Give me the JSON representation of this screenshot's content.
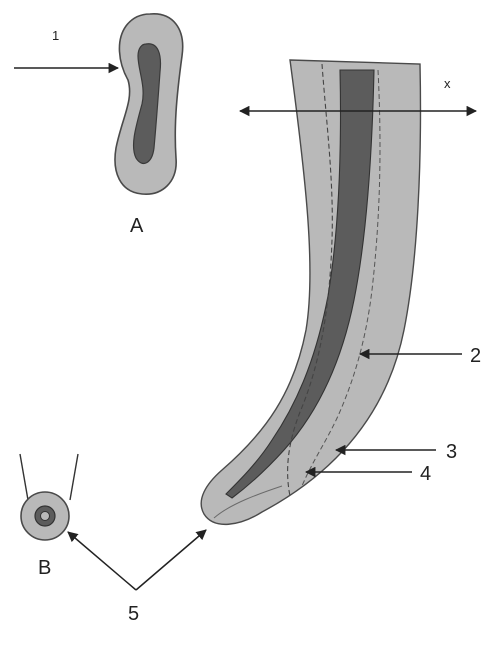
{
  "labels": {
    "one": "1",
    "two": "2",
    "three": "3",
    "four": "4",
    "five": "5",
    "x": "x",
    "a": "A",
    "b": "B"
  },
  "colors": {
    "outer_tissue": "#b9b9b9",
    "inner_core": "#5c5c5c",
    "outline": "#4a4a4a",
    "arrow": "#222222"
  }
}
